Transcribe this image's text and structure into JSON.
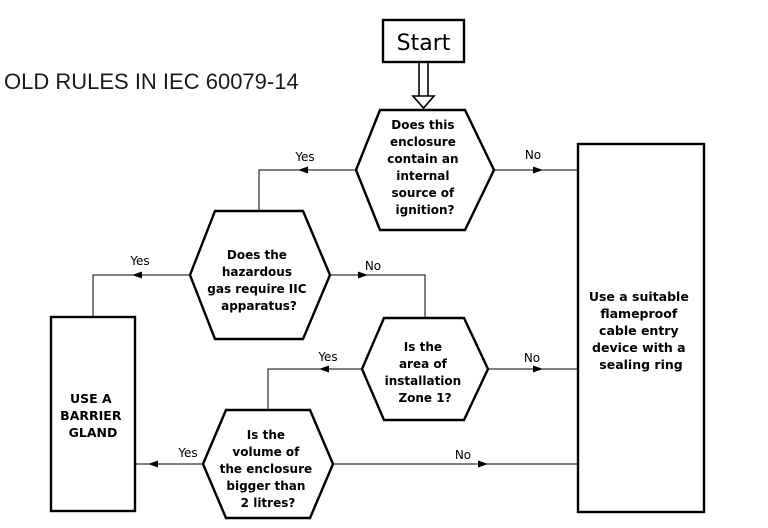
{
  "title": "OLD RULES IN IEC 60079-14",
  "start": {
    "label": "Start"
  },
  "decisions": {
    "ignition": {
      "lines": [
        "Does this",
        "enclosure",
        "contain an",
        "internal",
        "source of",
        "ignition?"
      ]
    },
    "gas": {
      "lines": [
        "Does the",
        "hazardous",
        "gas require IIC",
        "apparatus?"
      ]
    },
    "zone": {
      "lines": [
        "Is the",
        "area of",
        "installation",
        "Zone 1?"
      ]
    },
    "volume": {
      "lines": [
        "Is the",
        "volume of",
        "the enclosure",
        "bigger than",
        "2 litres?"
      ]
    }
  },
  "outcomes": {
    "barrier": {
      "lines": [
        "USE A",
        "BARRIER",
        "GLAND"
      ]
    },
    "flameproof": {
      "lines": [
        "Use a suitable",
        "flameproof",
        "cable entry",
        "device with a",
        "sealing ring"
      ]
    }
  },
  "edges": {
    "ignition_yes": "Yes",
    "ignition_no": "No",
    "gas_yes": "Yes",
    "gas_no": "No",
    "zone_yes": "Yes",
    "zone_no": "No",
    "volume_yes": "Yes",
    "volume_no": "No"
  }
}
